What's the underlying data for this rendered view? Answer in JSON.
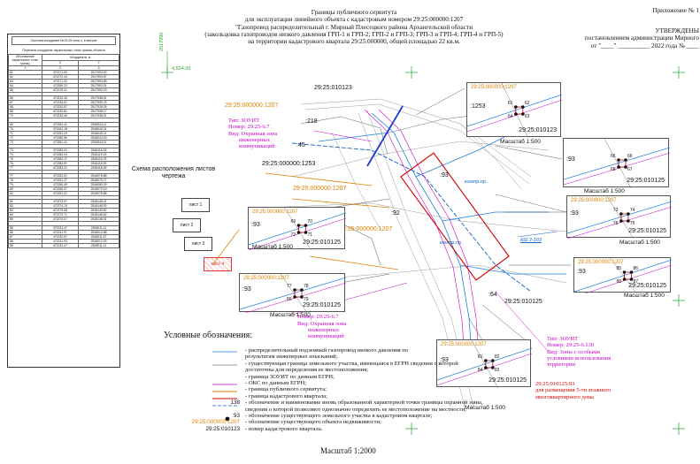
{
  "header": {
    "title_lines": [
      "Границы публичного сервитута",
      "для эксплуатации линейного объекта с кадастровым номером 29:25:000000:1207",
      "\"Газопровод распределительный г. Мирный Плесецкого района Архангельской области",
      "(закольцовка газопроводов низкого давления ГРП-1 и ГРП-2; ГРП-2 и ГРП-3; ГРП-3 и ГРП-4; ГРП-4 и ГРП-5)",
      "на территории кадастрового квартала 29:25:000000, общей площадью 22 кв.м."
    ],
    "appendix": "Приложение № 1",
    "approved_lines": [
      "УТВЕРЖДЕНЫ",
      "постановлением администрации Мирного",
      "от \"____\" __________ 2022 года № ____"
    ]
  },
  "coord_table": {
    "caption": "Система координат МСК-29 зона 4, в метрах",
    "subcaption": "Перечень координат характерных точек границ объекта",
    "col_headers": [
      "Обозначение характерных точек границ",
      "Координаты, м",
      "X",
      "Y"
    ],
    "col_nums": [
      "1",
      "2",
      "3"
    ],
    "rows": [
      [
        "61",
        "472271.00",
        "2517993.00"
      ],
      [
        "62",
        "472272.43",
        "2517993.87"
      ],
      [
        "63",
        "472271.02",
        "2517993.89"
      ],
      [
        "64",
        "472269.23",
        "2517993.01"
      ],
      [
        "65",
        "472270.21",
        "2517992.19"
      ],
      [
        "",
        "",
        ""
      ],
      [
        "66",
        "472233.45",
        "2517938.51"
      ],
      [
        "67",
        "472234.01",
        "2517939.75"
      ],
      [
        "68",
        "472233.57",
        "2517939.26"
      ],
      [
        "69",
        "472232.81",
        "2517938.17"
      ],
      [
        "70",
        "472233.45",
        "2517938.51"
      ],
      [
        "",
        "",
        ""
      ],
      [
        "69",
        "472261.41",
        "2518044.11"
      ],
      [
        "70",
        "472262.15",
        "2518045.31"
      ],
      [
        "71",
        "472261.23",
        "2518045.21"
      ],
      [
        "72",
        "472260.56",
        "2518044.93"
      ],
      [
        "73",
        "472261.41",
        "2518044.11"
      ],
      [
        "",
        "",
        ""
      ],
      [
        "73",
        "472283.21",
        "2518118.39"
      ],
      [
        "74",
        "472284.04",
        "2518119.18"
      ],
      [
        "75",
        "472283.17",
        "2518119.75"
      ],
      [
        "76",
        "472282.51",
        "2518118.93"
      ],
      [
        "77",
        "472283.21",
        "2518118.39"
      ],
      [
        "",
        "",
        ""
      ],
      [
        "77",
        "472251.01",
        "2518078.88"
      ],
      [
        "78",
        "472251.27",
        "2518079.77"
      ],
      [
        "79",
        "472250.49",
        "2518080.09"
      ],
      [
        "80",
        "472250.07",
        "2518079.19"
      ],
      [
        "81",
        "472251.01",
        "2518078.88"
      ],
      [
        "",
        "",
        ""
      ],
      [
        "81",
        "472273.07",
        "2518148.31"
      ],
      [
        "82",
        "472274.13",
        "2518148.93"
      ],
      [
        "83",
        "472273.08",
        "2518149.52"
      ],
      [
        "84",
        "472272.71",
        "2518148.62"
      ],
      [
        "85",
        "472273.07",
        "2518148.31"
      ],
      [
        "",
        "",
        ""
      ],
      [
        "85",
        "472231.47",
        "2518011.11"
      ],
      [
        "86",
        "472231.97",
        "2518010.88"
      ],
      [
        "87",
        "472232.57",
        "2518011.67"
      ],
      [
        "88",
        "472231.93",
        "2518012.03"
      ],
      [
        "85",
        "472231.47",
        "2518011.11"
      ]
    ]
  },
  "scheme": {
    "title": "Схема расположения листов чертежа",
    "sheets": [
      "лист 1",
      "лист 2",
      "лист 3",
      "лист 4"
    ]
  },
  "map": {
    "coord_x": "2517990",
    "coord_y": "4,524.00",
    "labels": {
      "q_top": "29:25:010123",
      "q_right": "29:25:010125",
      "q_bottom": "29:25:010125",
      "n218": ":218",
      "n45": ":45",
      "n1253": "29:25:000000:1253",
      "n1207a": "29:25:000000:1207",
      "n1207b": "29:25:000000:1207",
      "n1207c": "29:25:000000:1207",
      "n93": ":93",
      "n92": ":92",
      "n64": ":64",
      "konr1": "контр.пр.",
      "konr2": "контр.пр.",
      "kv": "КШ 2-103",
      "zouit1_lines": [
        "Тип: ЗОУИТ",
        "Номер: 29:25-6.7",
        "Вид: Охранная зона",
        "инженерных",
        "коммуникаций"
      ],
      "zouit2_lines": [
        "Тип: ЗОУИТ",
        "Номер: 29:25-6.7",
        "Вид: Охранная зона",
        "инженерных",
        "коммуникаций"
      ],
      "zouit3_lines": [
        "Тип: ЗОУИТ",
        "Номер: 29:25-6.130",
        "Вид: Зоны с особыми",
        "условиями использования",
        "территории"
      ],
      "red_lines": [
        "29:25:010125:93",
        "для размещения 5-ти этажного",
        "многоквартирного дома"
      ]
    }
  },
  "insets": [
    {
      "id": "a",
      "parcel": "29:25:010123",
      "ext": "29:25:000000:1207",
      "scale": "Масштаб 1:500",
      "pts": [
        "61",
        "62",
        "63",
        "64"
      ],
      "side": ":1253"
    },
    {
      "id": "b",
      "parcel": "29:25:010125",
      "ext": "",
      "scale": "Масштаб 1:500",
      "pts": [
        "65",
        "66",
        "67",
        "68"
      ],
      "side": ":93"
    },
    {
      "id": "c",
      "parcel": "29:25:010125",
      "ext": "29:25:000000:1207",
      "scale": "Масштаб 1:500",
      "pts": [
        "69",
        "70",
        "71",
        "72"
      ],
      "side": ":93"
    },
    {
      "id": "d",
      "parcel": "29:25:010125",
      "ext": "29:25:000000:1207",
      "scale": "Масштаб 1:500",
      "pts": [
        "73",
        "74",
        "75",
        "76"
      ],
      "side": ":93"
    },
    {
      "id": "e",
      "parcel": "29:25:010125",
      "ext": "29:25:000000:1207",
      "scale": "Масштаб 1:500",
      "pts": [
        "77",
        "78",
        "79",
        "80"
      ],
      "side": ":93"
    },
    {
      "id": "f",
      "parcel": "29:25:010125",
      "ext": "29:25:000000:1207",
      "scale": "Масштаб 1:500",
      "pts": [
        "81",
        "82",
        "83",
        "84"
      ],
      "side": ":93"
    },
    {
      "id": "g",
      "parcel": "29:25:010125",
      "ext": "29:25:000000:1207",
      "scale": "Масштаб 1:500",
      "pts": [
        "85",
        "86",
        "87",
        "88"
      ],
      "side": ":93"
    }
  ],
  "legend": {
    "title": "Условные обозначения:",
    "items": [
      {
        "sym": "",
        "text": "- распределительный подземный газопровод низкого давления по"
      },
      {
        "sym": "",
        "text": "  результатам инженерных изысканий;"
      },
      {
        "sym": "",
        "text": "- существующая граница земельного участка, имеющаяся в ЕГРН сведения о которой"
      },
      {
        "sym": "",
        "text": "  достаточны для определения ее местоположения;"
      },
      {
        "sym": "",
        "text": "- граница ЗОУИТ по данным ЕГРН;"
      },
      {
        "sym": "",
        "text": "- ОКС по данным ЕГРН;"
      },
      {
        "sym": "",
        "text": "- граница публичного сервитута;"
      },
      {
        "sym": "",
        "text": "- граница кадастрового квартала;"
      },
      {
        "sym": "138",
        "text": "- обозначение и наименование вновь образованной характерной точки границы охранной зоны,"
      },
      {
        "sym": "",
        "text": "  сведения о которой позволяют однозначно определить ее местоположение на местности;"
      },
      {
        "sym": ":93",
        "text": "- обозначение существующего земельного участка в кадастровом квартале;"
      },
      {
        "sym": "29:25:000000:1207",
        "text": "- обозначение существующего объекта недвижимости;"
      },
      {
        "sym": "29:25:010123",
        "text": "- номер кадастрового квартала."
      }
    ]
  },
  "footer": {
    "scale": "Масштаб 1:2000"
  }
}
